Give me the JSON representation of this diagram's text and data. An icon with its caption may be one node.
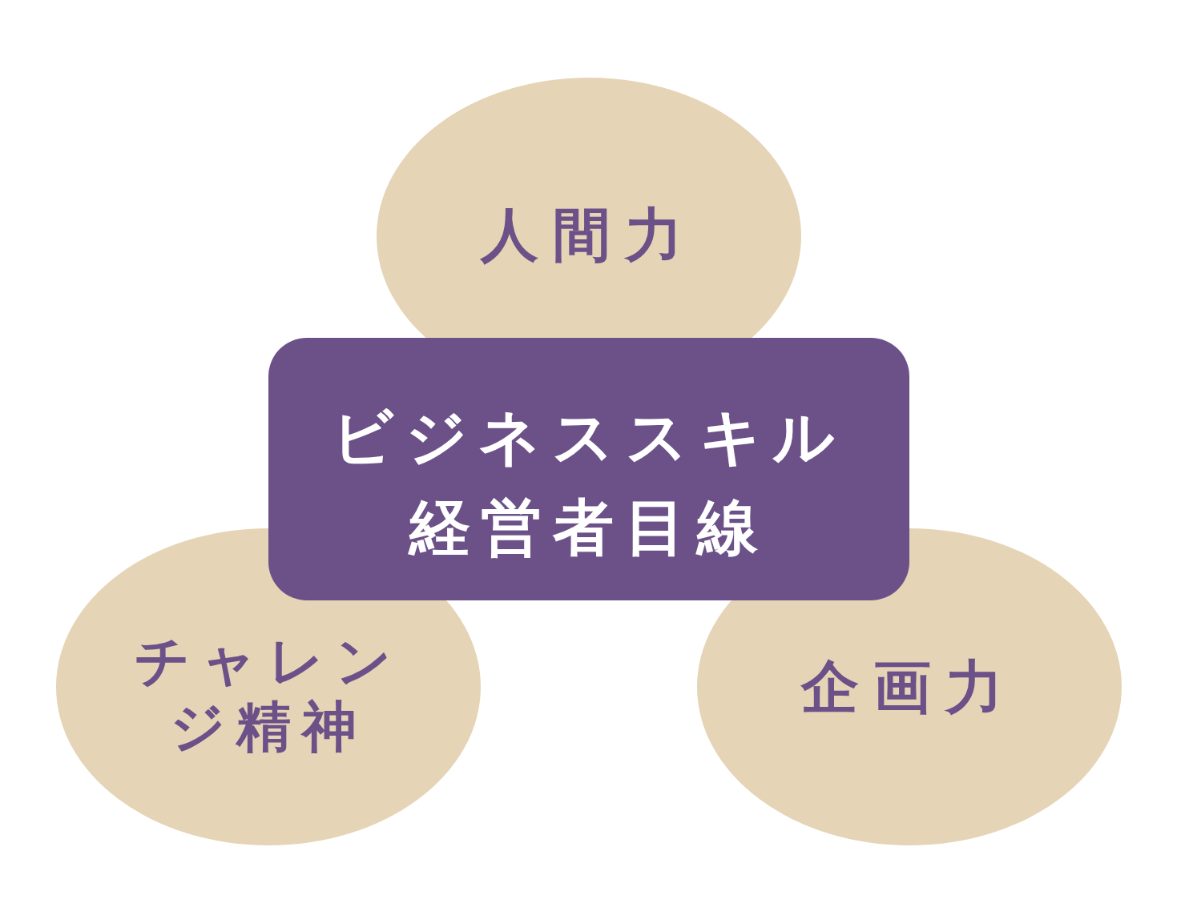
{
  "diagram": {
    "nodes": [
      {
        "text": [
          "人間力"
        ]
      },
      {
        "text": [
          "ビジネススキル",
          "経営者目線"
        ]
      },
      {
        "text": [
          "チャレンジ精神"
        ]
      },
      {
        "text": [
          "企画力"
        ]
      }
    ]
  }
}
